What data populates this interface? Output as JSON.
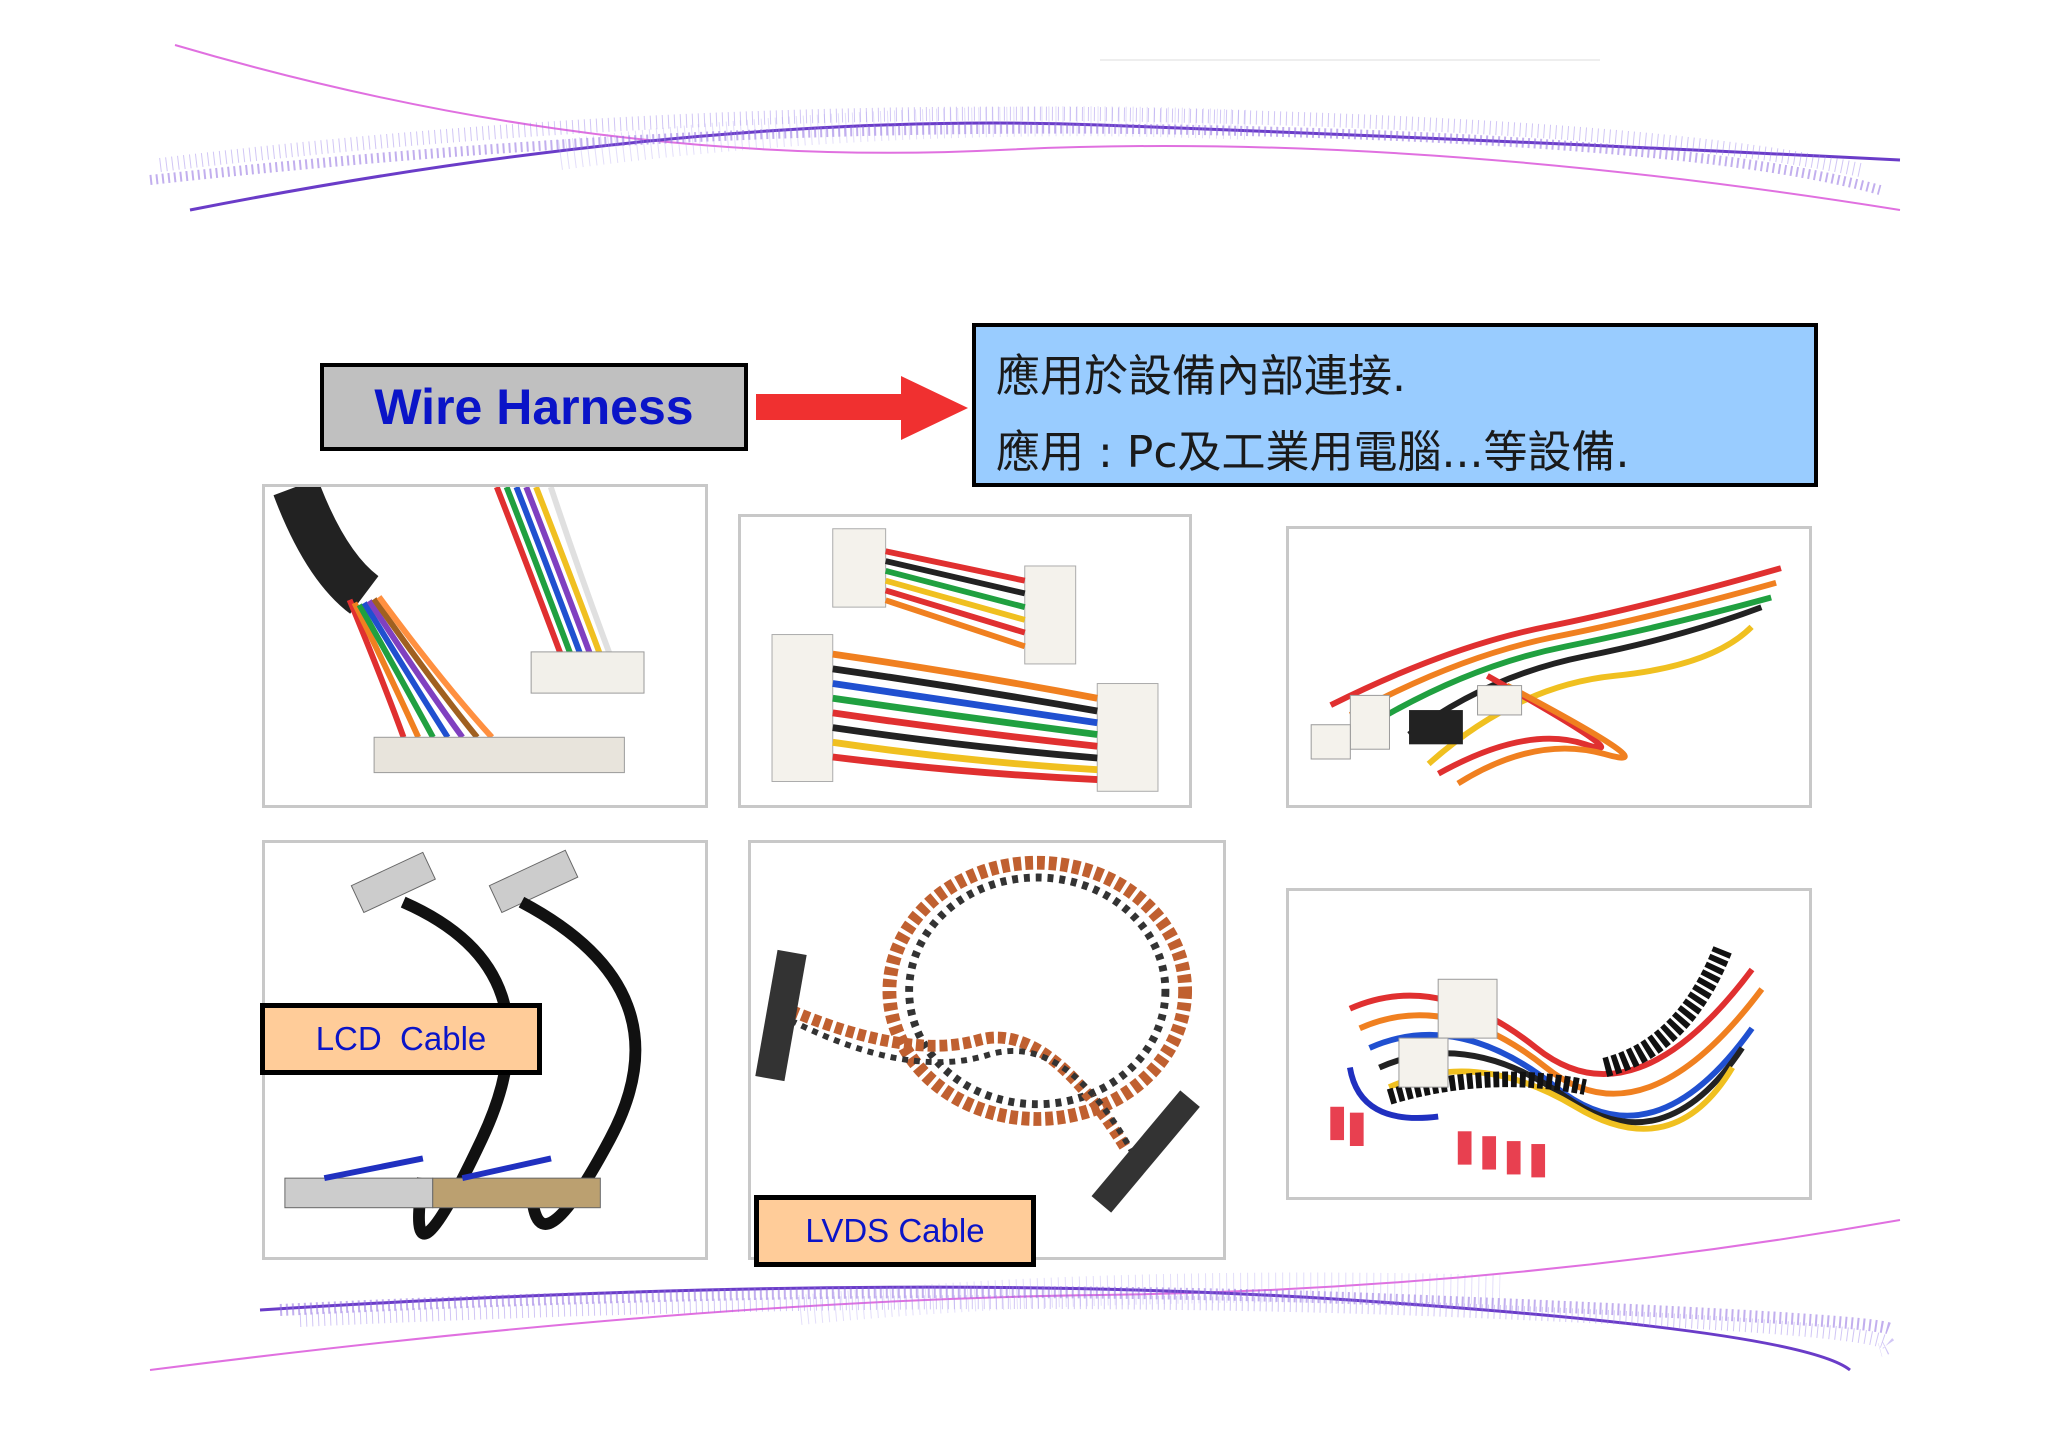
{
  "title": "Wire Harness",
  "description": {
    "line1": "應用於設備內部連接.",
    "line2": "應用 : Pc及工業用電腦...等設備."
  },
  "labels": {
    "lcd": "LCD  Cable",
    "lvds": "LVDS Cable"
  },
  "colors": {
    "title_text": "#0a14c8",
    "title_box": "#c0c0c0",
    "arrow": "#f03030",
    "desc_box": "#99ccff",
    "label_box": "#ffcc99",
    "wave_purple": "#6a3cc8",
    "wave_pink": "#e070e0"
  }
}
